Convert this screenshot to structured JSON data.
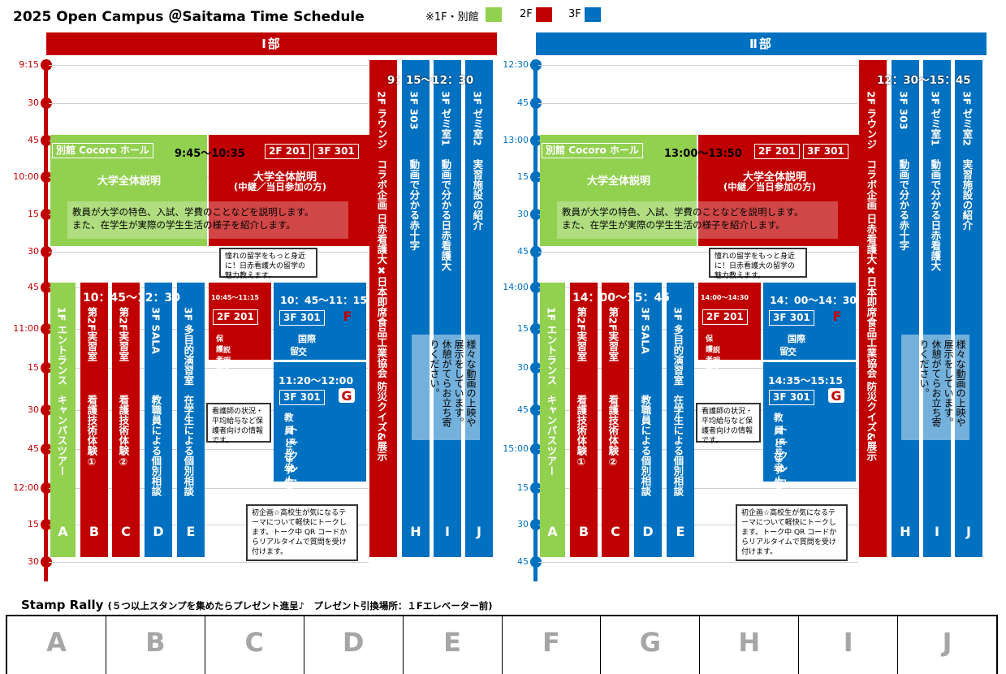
{
  "title": "2025 Open Campus ＠Saitama Time Schedule",
  "legend": {
    "note": "※1F・別館",
    "f2": "2F",
    "f3": "3F",
    "colors": {
      "green": "#92d050",
      "red": "#c00000",
      "blue": "#0070c0"
    }
  },
  "part1": {
    "label": "Ⅰ部",
    "ticks": [
      "9:15",
      "30",
      "45",
      "10:00",
      "15",
      "30",
      "45",
      "11:00",
      "15",
      "30",
      "45",
      "12:00",
      "15",
      "30"
    ],
    "main": {
      "venue1": "別館 Cocoro ホール",
      "time": "9:45～10:35",
      "room_a": "2F 201",
      "room_b": "3F 301",
      "title_left": "大学全体説明",
      "title_right": "大学全体説明",
      "title_right_sub": "(中継／当日参加の方)",
      "desc_1": "教員が大学の特色、入試、学費のことなどを説明します。",
      "desc_2": "また、在学生が実際の学生生活の様子を紹介します。"
    },
    "right_time": "9：15～12：30",
    "col_time": "10：45～12：30",
    "f": {
      "time": "10:45～11:15",
      "room": "2F 201",
      "text_1": "保護者向け",
      "text_2": "説明会",
      "time2": "10：45～11：15",
      "room2": "3F 301",
      "letter": "F",
      "title_1": "国際交流・",
      "title_2": "留学体験紹介"
    },
    "g": {
      "time": "11:20～12:00",
      "room": "3F 301",
      "letter": "G",
      "title_1": "教員と在学生の",
      "title_2": "トークショー",
      "sub": "(高校生 60 人まで)"
    },
    "callouts": {
      "ryugaku": "憧れの留学をもっと身近に！日赤看護大の留学の魅力教えます。",
      "hogosha": "看護師の状況・平均給与など保護者向けの情報です。",
      "talk": "初企画☆高校生が気になるテーマについて軽快にトークします。トーク中 QR コードからリアルタイムで質問を受け付けます。"
    },
    "cols": [
      {
        "head": "1F エントランス",
        "body": "キャンパスツアー",
        "letter": "A"
      },
      {
        "head": "第2F実習室",
        "body": "看護技術体験①",
        "letter": "B"
      },
      {
        "head": "第2F実習室",
        "body": "看護技術体験②",
        "letter": "C"
      },
      {
        "head": "3F SALA",
        "body": "教職員による個別相談",
        "letter": "D"
      },
      {
        "head": "3F 多目的演習室",
        "body": "在学生による個別相談",
        "letter": "E"
      }
    ],
    "right_cols": [
      {
        "head": "2F ラウンジ",
        "body": "コラボ企画 日赤看護大✖日本即席食品工業協会 防災クイズ&展示"
      },
      {
        "head": "3F 303",
        "body": "動画で分かる赤十字",
        "letter": "H"
      },
      {
        "head": "3F ゼミ室1",
        "body": "動画で分かる日赤看護大",
        "letter": "I"
      },
      {
        "head": "3F ゼミ室2",
        "body": "実習施設の紹介",
        "letter": "J"
      }
    ],
    "notice": "様々な動画の上映や展示をしています。休憩がてらお立ち寄りください。"
  },
  "part2": {
    "label": "Ⅱ部",
    "ticks": [
      "12:30",
      "45",
      "13:00",
      "15",
      "30",
      "45",
      "14:00",
      "15",
      "30",
      "45",
      "15:00",
      "15",
      "30",
      "45"
    ],
    "main": {
      "venue1": "別館 Cocoro ホール",
      "time": "13:00～13:50",
      "room_a": "2F 201",
      "room_b": "3F 301",
      "title_left": "大学全体説明",
      "title_right": "大学全体説明",
      "title_right_sub": "(中継／当日参加の方)",
      "desc_1": "教員が大学の特色、入試、学費のことなどを説明します。",
      "desc_2": "また、在学生が実際の学生生活の様子を紹介します。"
    },
    "right_time": "12：30～15：45",
    "col_time": "14：00～15：45",
    "f": {
      "time": "14:00～14:30",
      "room": "2F 201",
      "text_1": "保護者向け",
      "text_2": "説明会",
      "time2": "14：00～14：30",
      "room2": "3F 301",
      "letter": "F",
      "title_1": "国際交流・",
      "title_2": "留学体験紹介"
    },
    "g": {
      "time": "14:35～15:15",
      "room": "3F 301",
      "letter": "G",
      "title_1": "教員と在学生の",
      "title_2": "トークショー",
      "sub": "(高校生 60 人まで)"
    },
    "callouts": {
      "ryugaku": "憧れの留学をもっと身近に！日赤看護大の留学の魅力教えます。",
      "hogosha": "看護師の状況・平均給与など保護者向けの情報です。",
      "talk": "初企画☆高校生が気になるテーマについて軽快にトークします。トーク中 QR コードからリアルタイムで質問を受け付けます。"
    },
    "cols": [
      {
        "head": "1F エントランス",
        "body": "キャンパスツアー",
        "letter": "A"
      },
      {
        "head": "第2F実習室",
        "body": "看護技術体験①",
        "letter": "B"
      },
      {
        "head": "第2F実習室",
        "body": "看護技術体験②",
        "letter": "C"
      },
      {
        "head": "3F SALA",
        "body": "教職員による個別相談",
        "letter": "D"
      },
      {
        "head": "3F 多目的演習室",
        "body": "在学生による個別相談",
        "letter": "E"
      }
    ],
    "right_cols": [
      {
        "head": "2F ラウンジ",
        "body": "コラボ企画 日赤看護大✖日本即席食品工業協会 防災クイズ&展示"
      },
      {
        "head": "3F 303",
        "body": "動画で分かる赤十字",
        "letter": "H"
      },
      {
        "head": "3F ゼミ室1",
        "body": "動画で分かる日赤看護大",
        "letter": "I"
      },
      {
        "head": "3F ゼミ室2",
        "body": "実習施設の紹介",
        "letter": "J"
      }
    ],
    "notice": "様々な動画の上映や展示をしています。休憩がてらお立ち寄りください。"
  },
  "stamp": {
    "title": "Stamp Rally",
    "note": "(５つ以上スタンプを集めたらプレゼント進呈♪　プレゼント引換場所：１Fエレベーター前)",
    "letters": [
      "A",
      "B",
      "C",
      "D",
      "E",
      "F",
      "G",
      "H",
      "I",
      "J"
    ]
  }
}
